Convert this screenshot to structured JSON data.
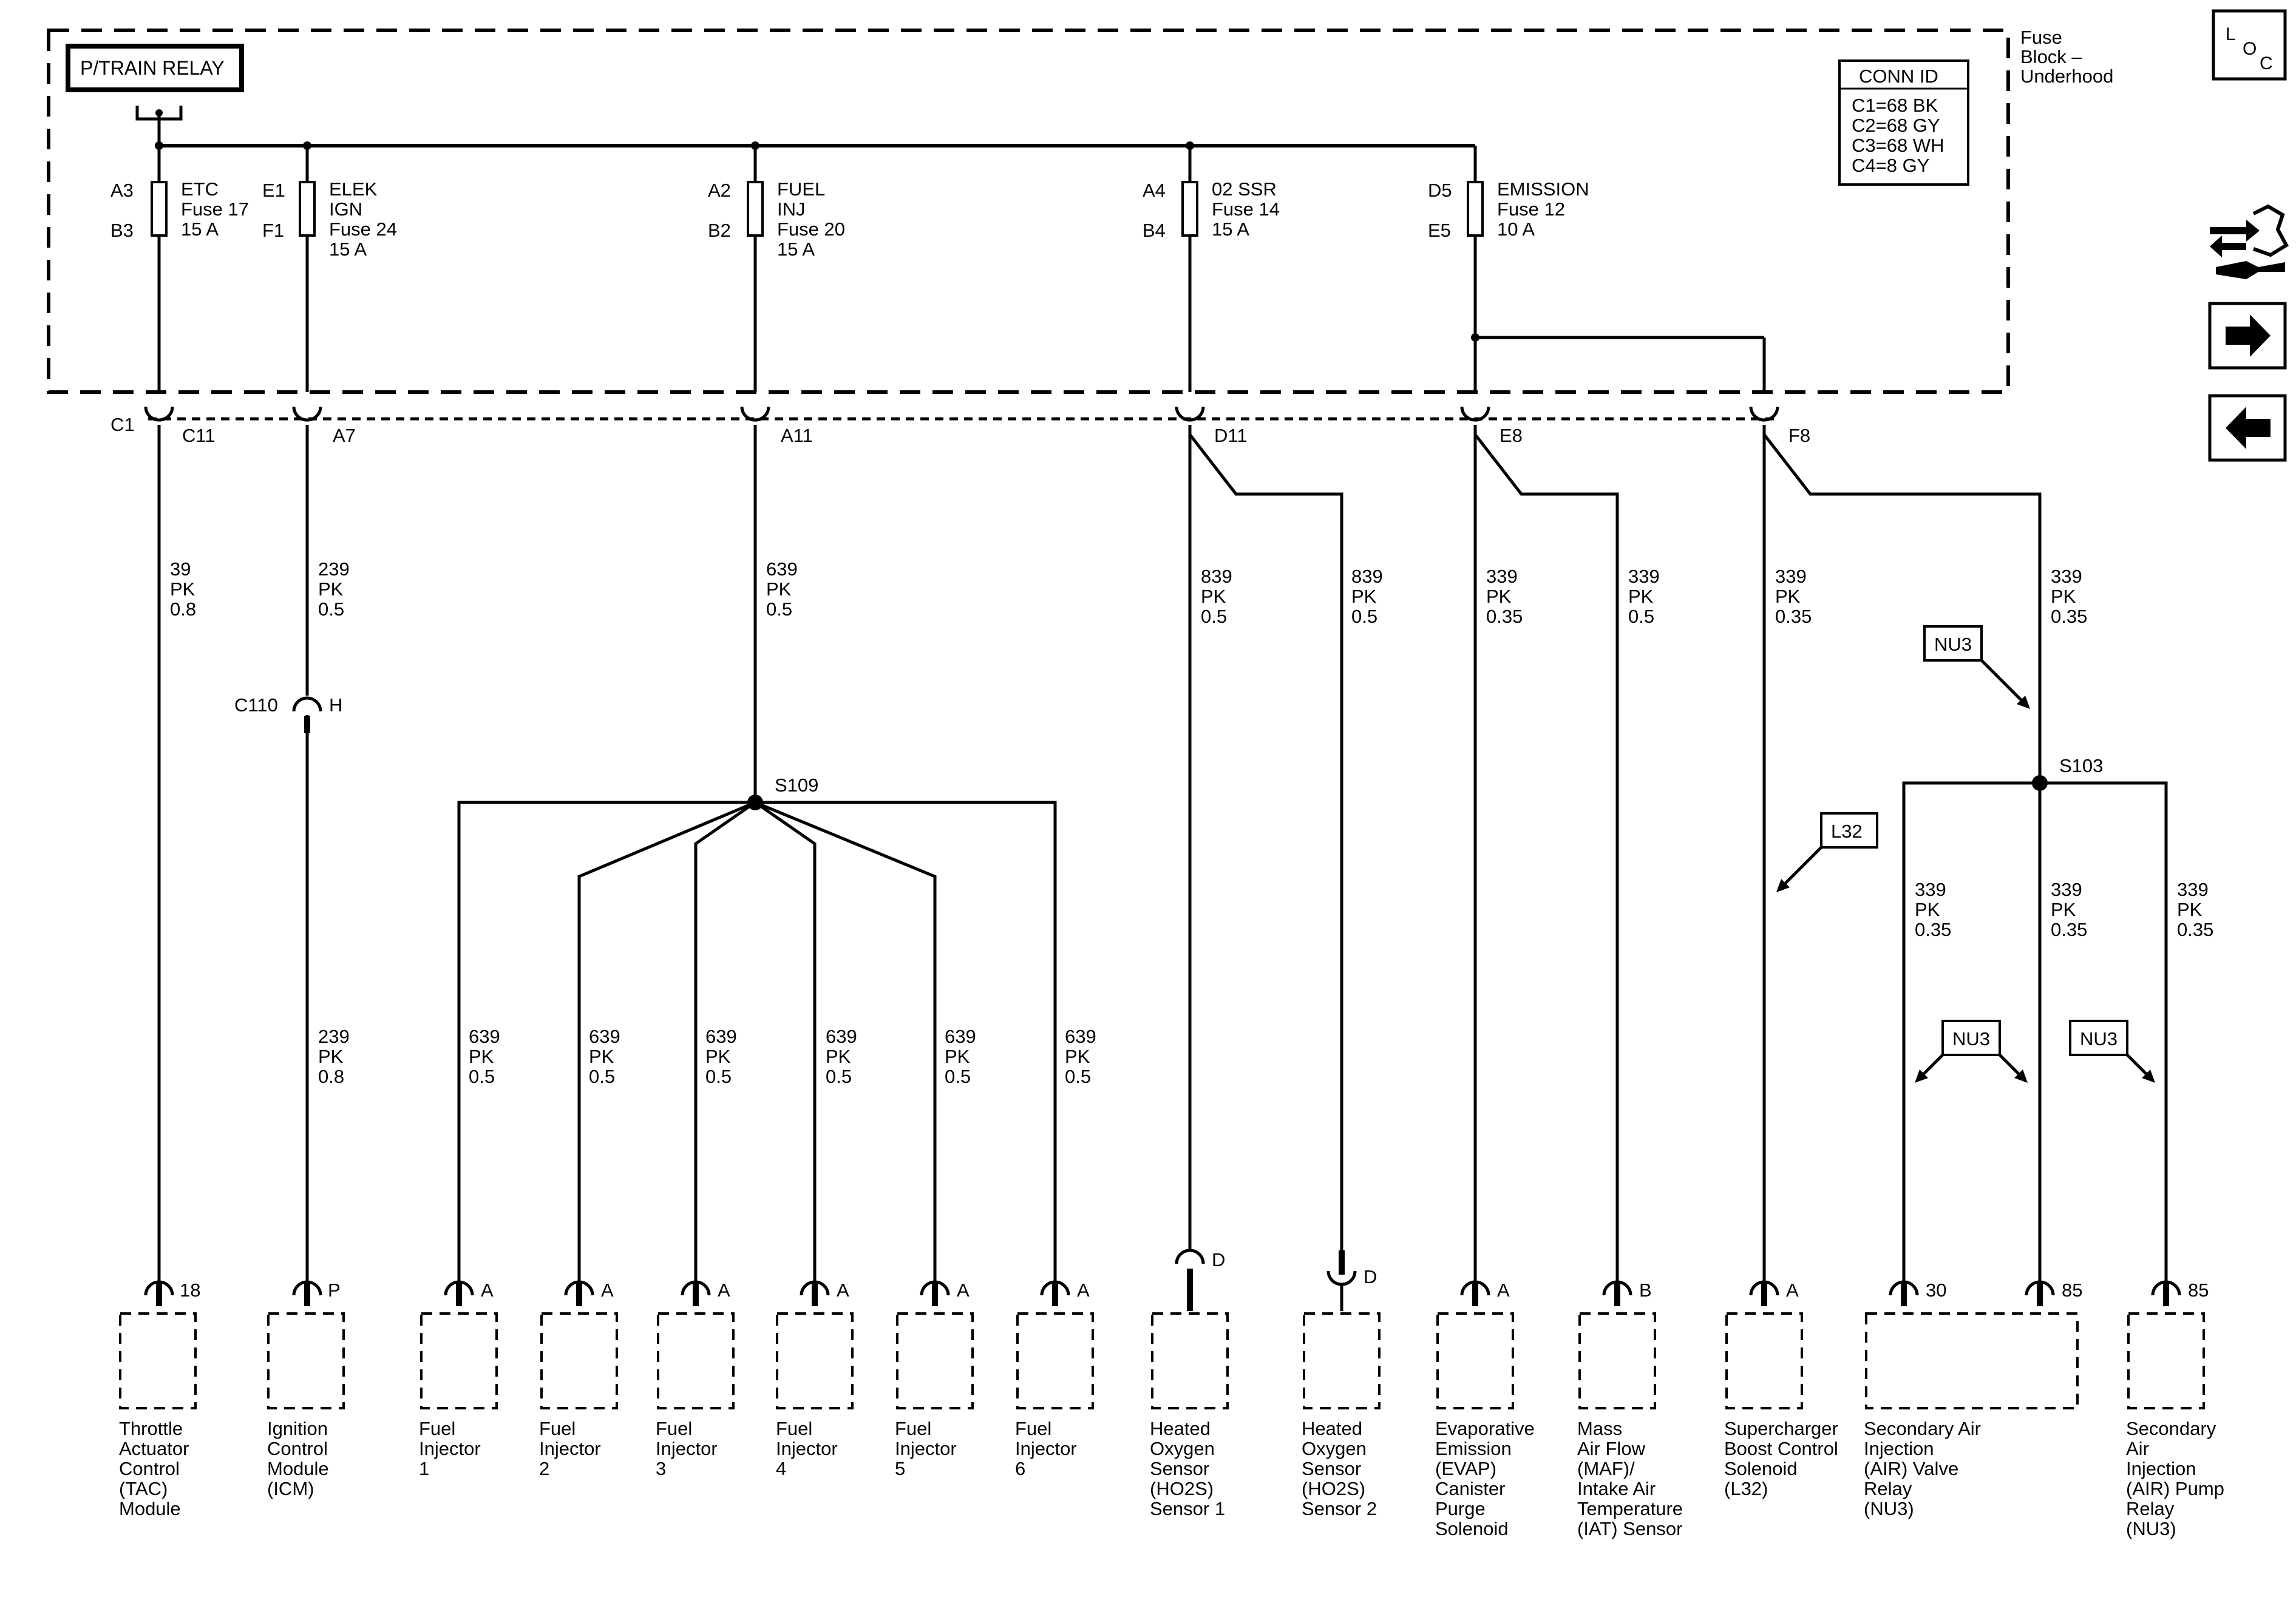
{
  "relay": {
    "label": "P/TRAIN RELAY"
  },
  "fuse_block": {
    "line1": "Fuse",
    "line2": "Block –",
    "line3": "Underhood"
  },
  "conn_id": {
    "title": "CONN ID",
    "rows": [
      "C1=68 BK",
      "C2=68 GY",
      "C3=68 WH",
      "C4=8 GY"
    ]
  },
  "loc_button": {
    "l": "L",
    "o": "O",
    "c": "C"
  },
  "fuses": [
    {
      "top_pin": "A3",
      "bottom_pin": "B3",
      "lines": [
        "ETC",
        "Fuse 17",
        "15 A"
      ]
    },
    {
      "top_pin": "E1",
      "bottom_pin": "F1",
      "lines": [
        "ELEK",
        "IGN",
        "Fuse 24",
        "15 A"
      ]
    },
    {
      "top_pin": "A2",
      "bottom_pin": "B2",
      "lines": [
        "FUEL",
        "INJ",
        "Fuse 20",
        "15 A"
      ]
    },
    {
      "top_pin": "A4",
      "bottom_pin": "B4",
      "lines": [
        "02 SSR",
        "Fuse 14",
        "15 A"
      ]
    },
    {
      "top_pin": "D5",
      "bottom_pin": "E5",
      "lines": [
        "EMISSION",
        "Fuse 12",
        "10 A"
      ]
    }
  ],
  "connector_pins": {
    "c1_label": "C1",
    "c11": "C11",
    "a7": "A7",
    "a11": "A11",
    "d11": "D11",
    "e8": "E8",
    "f8": "F8",
    "c110_label": "C110",
    "c110_pin": "H"
  },
  "splices": {
    "s109": "S109",
    "s103": "S103"
  },
  "wires": [
    [
      "39",
      "PK",
      "0.8"
    ],
    [
      "239",
      "PK",
      "0.5"
    ],
    [
      "239",
      "PK",
      "0.8"
    ],
    [
      "639",
      "PK",
      "0.5"
    ],
    [
      "639",
      "PK",
      "0.5"
    ],
    [
      "639",
      "PK",
      "0.5"
    ],
    [
      "639",
      "PK",
      "0.5"
    ],
    [
      "639",
      "PK",
      "0.5"
    ],
    [
      "639",
      "PK",
      "0.5"
    ],
    [
      "639",
      "PK",
      "0.5"
    ],
    [
      "839",
      "PK",
      "0.5"
    ],
    [
      "839",
      "PK",
      "0.5"
    ],
    [
      "339",
      "PK",
      "0.35"
    ],
    [
      "339",
      "PK",
      "0.5"
    ],
    [
      "339",
      "PK",
      "0.35"
    ],
    [
      "339",
      "PK",
      "0.35"
    ],
    [
      "339",
      "PK",
      "0.35"
    ],
    [
      "339",
      "PK",
      "0.35"
    ],
    [
      "339",
      "PK",
      "0.35"
    ]
  ],
  "option_tags": {
    "nu3_a": "NU3",
    "l32": "L32",
    "nu3_b": "NU3",
    "nu3_c": "NU3"
  },
  "components": [
    {
      "pin": "18",
      "lines": [
        "Throttle",
        "Actuator",
        "Control",
        "(TAC)",
        "Module"
      ]
    },
    {
      "pin": "P",
      "lines": [
        "Ignition",
        "Control",
        "Module",
        "(ICM)"
      ]
    },
    {
      "pin": "A",
      "lines": [
        "Fuel",
        "Injector",
        "1"
      ]
    },
    {
      "pin": "A",
      "lines": [
        "Fuel",
        "Injector",
        "2"
      ]
    },
    {
      "pin": "A",
      "lines": [
        "Fuel",
        "Injector",
        "3"
      ]
    },
    {
      "pin": "A",
      "lines": [
        "Fuel",
        "Injector",
        "4"
      ]
    },
    {
      "pin": "A",
      "lines": [
        "Fuel",
        "Injector",
        "5"
      ]
    },
    {
      "pin": "A",
      "lines": [
        "Fuel",
        "Injector",
        "6"
      ]
    },
    {
      "pin": "D",
      "lines": [
        "Heated",
        "Oxygen",
        "Sensor",
        "(HO2S)",
        "Sensor 1"
      ]
    },
    {
      "pin": "D",
      "lines": [
        "Heated",
        "Oxygen",
        "Sensor",
        "(HO2S)",
        "Sensor 2"
      ]
    },
    {
      "pin": "A",
      "lines": [
        "Evaporative",
        "Emission",
        "(EVAP)",
        "Canister",
        "Purge",
        "Solenoid"
      ]
    },
    {
      "pin": "B",
      "lines": [
        "Mass",
        "Air Flow",
        "(MAF)/",
        "Intake Air",
        "Temperature",
        "(IAT) Sensor"
      ]
    },
    {
      "pin": "A",
      "lines": [
        "Supercharger",
        "Boost Control",
        "Solenoid",
        "(L32)"
      ]
    },
    {
      "pin": "30",
      "pin2": "85",
      "lines": [
        "Secondary Air",
        "Injection",
        "(AIR) Valve",
        "Relay",
        "(NU3)"
      ]
    },
    {
      "pin": "85",
      "lines": [
        "Secondary",
        "Air",
        "Injection",
        "(AIR) Pump",
        "Relay",
        "(NU3)"
      ]
    }
  ],
  "nav": {
    "back_icon": "arrow-left-icon",
    "forward_icon": "arrow-right-icon",
    "tools_icon": "diagnostic-tools-icon"
  }
}
